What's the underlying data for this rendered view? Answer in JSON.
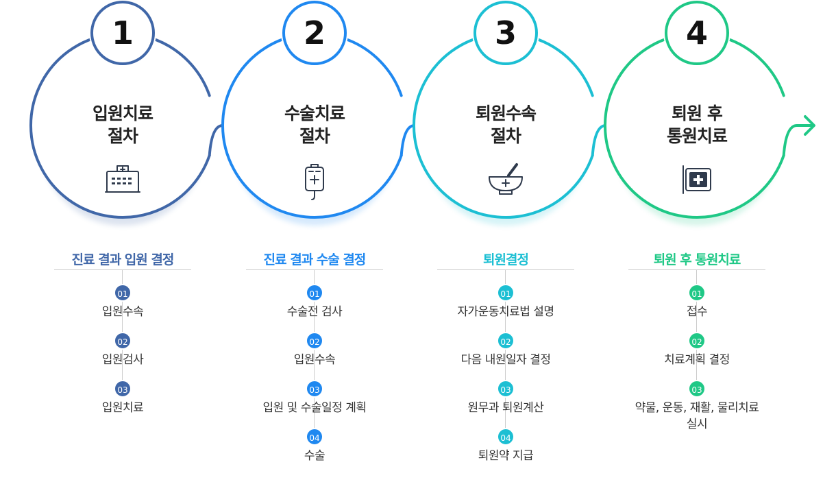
{
  "steps": [
    {
      "number": "1",
      "circle_title": [
        "입원치료",
        "절차"
      ],
      "icon": "hospital-icon",
      "color": "#4067a8",
      "detail_title": "진료 결과 입원 결정",
      "items": [
        {
          "badge": "01",
          "text": [
            "입원수속"
          ]
        },
        {
          "badge": "02",
          "text": [
            "입원검사"
          ]
        },
        {
          "badge": "03",
          "text": [
            "입원치료"
          ]
        }
      ]
    },
    {
      "number": "2",
      "circle_title": [
        "수술치료",
        "절차"
      ],
      "icon": "iv-bag-icon",
      "color": "#1f88f0",
      "detail_title": "진료 결과 수술 결정",
      "items": [
        {
          "badge": "01",
          "text": [
            "수술전 검사"
          ]
        },
        {
          "badge": "02",
          "text": [
            "입원수속"
          ]
        },
        {
          "badge": "03",
          "text": [
            "입원 및 수술일정 계획"
          ]
        },
        {
          "badge": "04",
          "text": [
            "수술"
          ]
        }
      ]
    },
    {
      "number": "3",
      "circle_title": [
        "퇴원수속",
        "절차"
      ],
      "icon": "mortar-pestle-icon",
      "color": "#1cbfd3",
      "detail_title": "퇴원결정",
      "items": [
        {
          "badge": "01",
          "text": [
            "자가운동치료법 설명"
          ]
        },
        {
          "badge": "02",
          "text": [
            "다음 내원일자 결정"
          ]
        },
        {
          "badge": "03",
          "text": [
            "원무과 퇴원계산"
          ]
        },
        {
          "badge": "04",
          "text": [
            "퇴원약 지급"
          ]
        }
      ]
    },
    {
      "number": "4",
      "circle_title": [
        "퇴원 후",
        "통원치료"
      ],
      "icon": "clinic-sign-icon",
      "color": "#1fc886",
      "detail_title": "퇴원 후 통원치료",
      "items": [
        {
          "badge": "01",
          "text": [
            "접수"
          ]
        },
        {
          "badge": "02",
          "text": [
            "치료계획 결정"
          ]
        },
        {
          "badge": "03",
          "text": [
            "약물, 운동, 재활, 물리치료",
            "실시"
          ]
        }
      ]
    }
  ]
}
